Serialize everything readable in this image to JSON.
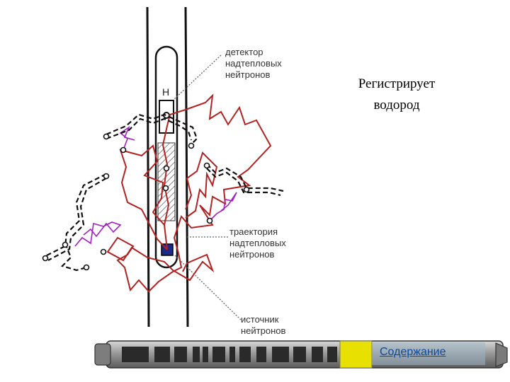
{
  "labels": {
    "detector": [
      "детектор",
      "надтепловых",
      "нейтронов"
    ],
    "trajectory": [
      "траектория",
      "надтепловых",
      "нейтронов"
    ],
    "source": [
      "источник",
      "нейтронов"
    ],
    "h_marker": "Н"
  },
  "caption": [
    "Регистрирует",
    "водород"
  ],
  "footer": {
    "link_label": "Содержание"
  },
  "colors": {
    "trajectory_red": "#b22222",
    "trajectory_purple": "#a020c0",
    "path_black": "#111111",
    "source_blue": "#1a2a8a",
    "tool_bar": "#8a8a8a",
    "link_bg": "#e8e000",
    "link_text": "#0b4aa0"
  }
}
